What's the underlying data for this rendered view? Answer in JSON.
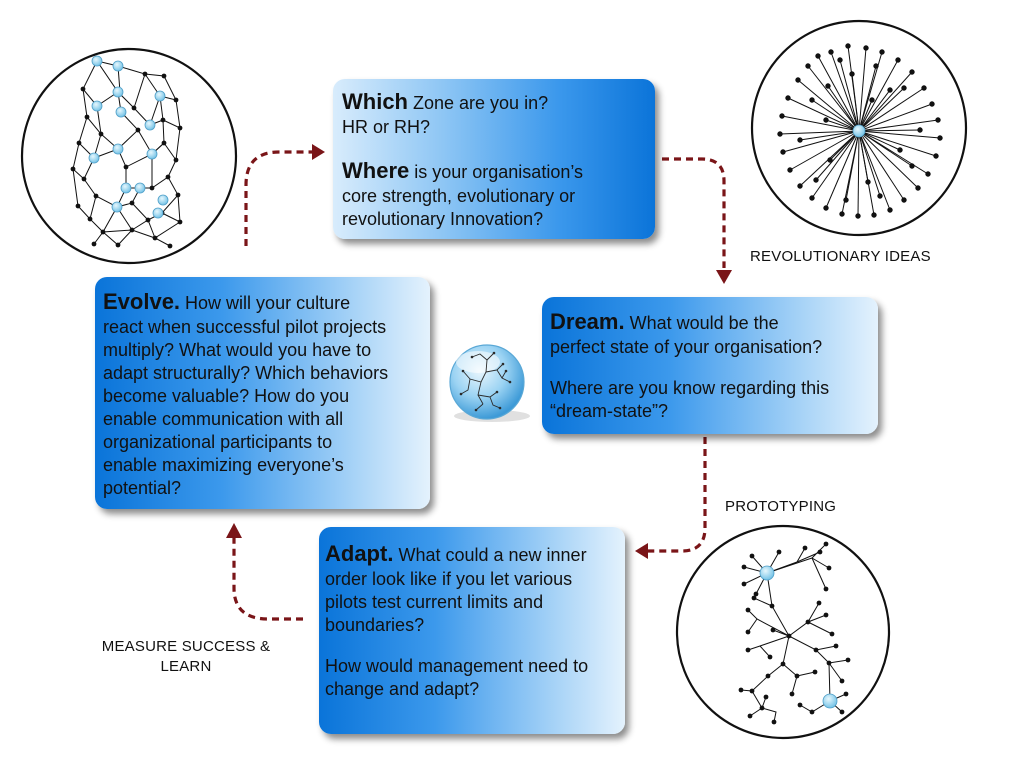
{
  "boxes": {
    "which": {
      "p1_lead": "Which",
      "p1_line1": " Zone are you in?",
      "p1_line2": "HR or RH?",
      "p2_lead": "Where",
      "p2_line1": " is your organisation’s",
      "p2_line2": "core strength, evolutionary or",
      "p2_line3": "revolutionary Innovation?"
    },
    "dream": {
      "p1_lead": "Dream.",
      "p1_line1": " What would be the",
      "p1_line2": "perfect state of your organisation?",
      "p2_line1": "Where are you know regarding this",
      "p2_line2": "“dream-state”?"
    },
    "adapt": {
      "p1_lead": "Adapt.",
      "p1_line1": " What could a new inner",
      "p1_line2": "order look like if you let various",
      "p1_line3": "pilots test current limits and",
      "p1_line4": "boundaries?",
      "p2_line1": "How would management need to",
      "p2_line2": "change and adapt?"
    },
    "evolve": {
      "p1_lead": "Evolve.",
      "p1_line1": " How will your culture",
      "p1_line2": "react when successful pilot projects",
      "p1_line3": "multiply? What would you have to",
      "p1_line4": "adapt structurally? Which behaviors",
      "p1_line5": "become valuable? How do you",
      "p1_line6": "enable communication with all",
      "p1_line7": "organizational participants to",
      "p1_line8": "enable maximizing everyone’s",
      "p1_line9": "potential?"
    }
  },
  "labels": {
    "revolutionary": "REVOLUTIONARY IDEAS",
    "prototyping": "PROTOTYPING",
    "measure_line1": "MEASURE SUCCESS &",
    "measure_line2": "LEARN"
  },
  "colors": {
    "box_blue": "#0a74d9",
    "box_pale": "#e4f2fd",
    "arrow": "#7a1518",
    "node_fill": "#a8dcf2",
    "center_orb": "#7fc6ef"
  },
  "icons": {
    "network_mesh": "mesh-network-icon",
    "network_star": "star-network-icon",
    "network_hub": "hub-network-icon",
    "center_tree": "tree-orb-icon"
  }
}
